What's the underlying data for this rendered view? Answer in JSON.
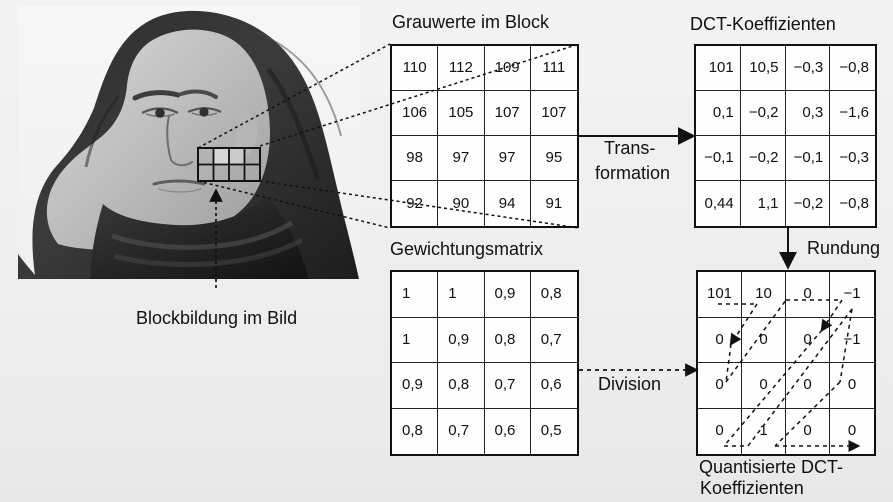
{
  "labels": {
    "gray_title": "Grauwerte im Block",
    "dct_title": "DCT-Koeffizienten",
    "transform_line1": "Trans-",
    "transform_line2": "formation",
    "rounding": "Rundung",
    "weighting_title": "Gewichtungsmatrix",
    "division": "Division",
    "block_caption": "Blockbildung im Bild",
    "quantized_line1": "Quantisierte DCT-",
    "quantized_line2": "Koeffizienten"
  },
  "matrices": {
    "gray": [
      [
        "110",
        "112",
        "109",
        "111"
      ],
      [
        "106",
        "105",
        "107",
        "107"
      ],
      [
        "98",
        "97",
        "97",
        "95"
      ],
      [
        "92",
        "90",
        "94",
        "91"
      ]
    ],
    "dct": [
      [
        "101",
        "10,5",
        "−0,3",
        "−0,8"
      ],
      [
        "0,1",
        "−0,2",
        "0,3",
        "−1,6"
      ],
      [
        "−0,1",
        "−0,2",
        "−0,1",
        "−0,3"
      ],
      [
        "0,44",
        "1,1",
        "−0,2",
        "−0,8"
      ]
    ],
    "weight": [
      [
        "1",
        "1",
        "0,9",
        "0,8"
      ],
      [
        "1",
        "0,9",
        "0,8",
        "0,7"
      ],
      [
        "0,9",
        "0,8",
        "0,7",
        "0,6"
      ],
      [
        "0,8",
        "0,7",
        "0,6",
        "0,5"
      ]
    ],
    "quantized": [
      [
        "101",
        "10",
        "0",
        "−1"
      ],
      [
        "0",
        "0",
        "0",
        "−1"
      ],
      [
        "0",
        "0",
        "0",
        "0"
      ],
      [
        "0",
        "1",
        "0",
        "0"
      ]
    ]
  }
}
